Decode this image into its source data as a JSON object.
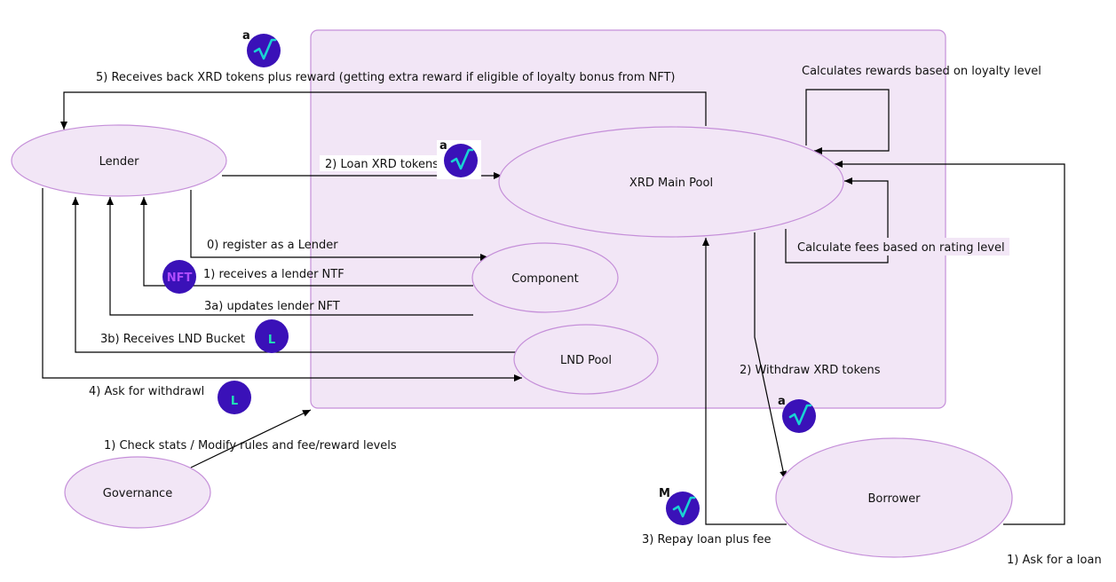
{
  "nodes": {
    "lender": "Lender",
    "xrd_main_pool": "XRD Main Pool",
    "component": "Component",
    "lnd_pool": "LND Pool",
    "governance": "Governance",
    "borrower": "Borrower"
  },
  "edges": {
    "receives_back": "5) Receives back XRD tokens plus reward (getting extra reward if eligible of loyalty bonus from NFT)",
    "loan_xrd": "2) Loan XRD tokens",
    "register": "0) register as a Lender",
    "receives_nft": "1) receives a lender NTF",
    "updates_nft": "3a) updates lender NFT",
    "receives_lnd": "3b) Receives LND Bucket",
    "ask_withdraw": "4) Ask for withdrawl",
    "check_stats": "1) Check stats / Modify rules and fee/reward levels",
    "calc_rewards": "Calculates rewards based on loyalty level",
    "calc_fees": "Calculate fees based on rating level",
    "withdraw_xrd": "2) Withdraw XRD tokens",
    "repay": "3) Repay loan plus fee",
    "ask_loan": "1) Ask for a loan"
  },
  "icons": {
    "xrd_letter_a": "a",
    "xrd_letter_m": "M",
    "nft_text": "NFT",
    "lnd_letter": "L"
  },
  "colors": {
    "container_fill": "#f2e6f6",
    "container_stroke": "#c58fd9",
    "token_circle": "#3a11b8",
    "token_check": "#19d3d3",
    "nft_text": "#b04cff",
    "lnd_letter": "#1fe3b5"
  }
}
